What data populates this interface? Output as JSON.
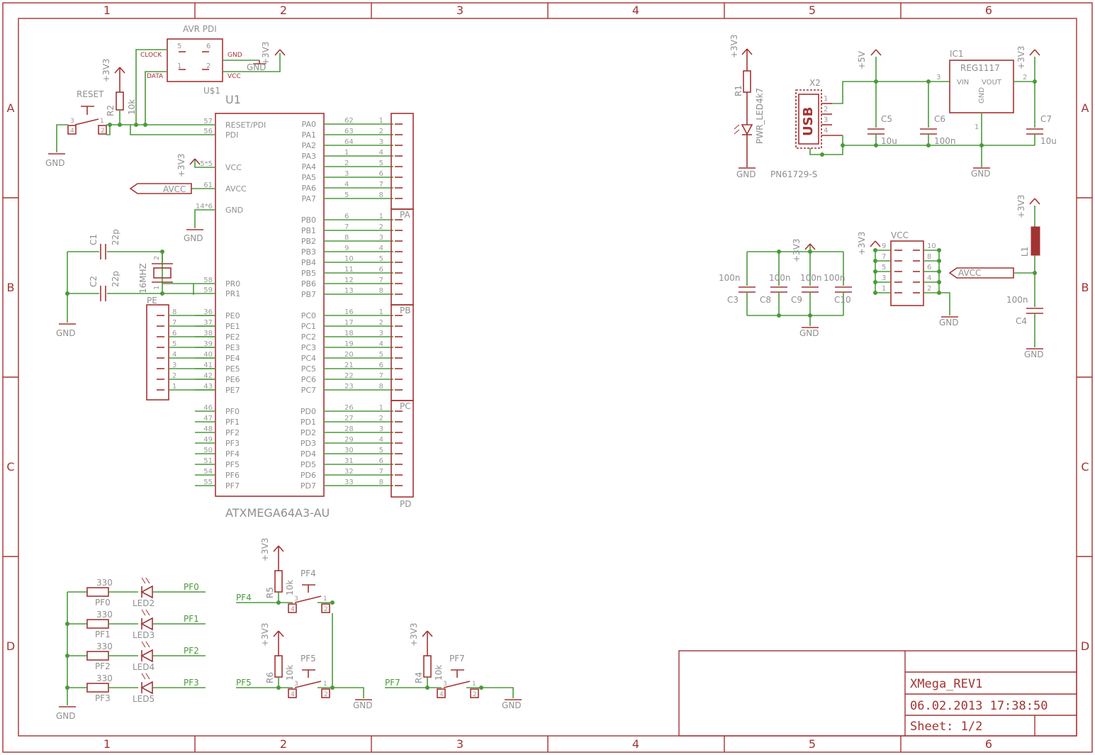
{
  "frame": {
    "columns": [
      "1",
      "2",
      "3",
      "4",
      "5",
      "6"
    ],
    "rows": [
      "A",
      "B",
      "C",
      "D"
    ]
  },
  "title_block": {
    "name": "XMega_REV1",
    "datetime": "06.02.2013 17:38:50",
    "sheet": "Sheet: 1/2"
  },
  "mcu": {
    "ref": "U1",
    "value": "ATXMEGA64A3-AU",
    "left_pins": [
      {
        "num": "57",
        "name": "RESET/PDI"
      },
      {
        "num": "56",
        "name": "PDI"
      },
      {
        "num": "5*5",
        "name": "VCC"
      },
      {
        "num": "61",
        "name": "AVCC"
      },
      {
        "num": "14*6",
        "name": "GND"
      },
      {
        "num": "58",
        "name": "PR0"
      },
      {
        "num": "59",
        "name": "PR1"
      },
      {
        "num": "36",
        "name": "PE0"
      },
      {
        "num": "37",
        "name": "PE1"
      },
      {
        "num": "38",
        "name": "PE2"
      },
      {
        "num": "39",
        "name": "PE3"
      },
      {
        "num": "40",
        "name": "PE4"
      },
      {
        "num": "41",
        "name": "PE5"
      },
      {
        "num": "42",
        "name": "PE6"
      },
      {
        "num": "43",
        "name": "PE7"
      },
      {
        "num": "46",
        "name": "PF0"
      },
      {
        "num": "47",
        "name": "PF1"
      },
      {
        "num": "48",
        "name": "PF2"
      },
      {
        "num": "49",
        "name": "PF3"
      },
      {
        "num": "50",
        "name": "PF4"
      },
      {
        "num": "51",
        "name": "PF5"
      },
      {
        "num": "54",
        "name": "PF6"
      },
      {
        "num": "55",
        "name": "PF7"
      }
    ],
    "right_pins": [
      {
        "num": "62",
        "name": "PA0"
      },
      {
        "num": "63",
        "name": "PA1"
      },
      {
        "num": "64",
        "name": "PA2"
      },
      {
        "num": "1",
        "name": "PA3"
      },
      {
        "num": "2",
        "name": "PA4"
      },
      {
        "num": "3",
        "name": "PA5"
      },
      {
        "num": "4",
        "name": "PA6"
      },
      {
        "num": "5",
        "name": "PA7"
      },
      {
        "num": "6",
        "name": "PB0"
      },
      {
        "num": "7",
        "name": "PB1"
      },
      {
        "num": "8",
        "name": "PB2"
      },
      {
        "num": "9",
        "name": "PB3"
      },
      {
        "num": "10",
        "name": "PB4"
      },
      {
        "num": "11",
        "name": "PB5"
      },
      {
        "num": "12",
        "name": "PB6"
      },
      {
        "num": "13",
        "name": "PB7"
      },
      {
        "num": "16",
        "name": "PC0"
      },
      {
        "num": "17",
        "name": "PC1"
      },
      {
        "num": "18",
        "name": "PC2"
      },
      {
        "num": "19",
        "name": "PC3"
      },
      {
        "num": "20",
        "name": "PC4"
      },
      {
        "num": "21",
        "name": "PC5"
      },
      {
        "num": "22",
        "name": "PC6"
      },
      {
        "num": "23",
        "name": "PC7"
      },
      {
        "num": "26",
        "name": "PD0"
      },
      {
        "num": "27",
        "name": "PD1"
      },
      {
        "num": "28",
        "name": "PD2"
      },
      {
        "num": "29",
        "name": "PD3"
      },
      {
        "num": "30",
        "name": "PD4"
      },
      {
        "num": "31",
        "name": "PD5"
      },
      {
        "num": "32",
        "name": "PD6"
      },
      {
        "num": "33",
        "name": "PD7"
      }
    ]
  },
  "headers": {
    "port_names": [
      "PA",
      "PB",
      "PC",
      "PD"
    ],
    "header_pins": [
      "1",
      "2",
      "3",
      "4",
      "5",
      "6",
      "7",
      "8"
    ],
    "pe_name": "PE",
    "pe_pins": [
      "8",
      "7",
      "6",
      "5",
      "4",
      "3",
      "2",
      "1"
    ]
  },
  "pdi": {
    "name": "AVR PDI",
    "ref": "U$1",
    "labels": [
      "CLOCK",
      "DATA",
      "GND",
      "VCC"
    ],
    "pins": [
      "5",
      "6",
      "1",
      "2"
    ],
    "gnd": "GND",
    "supply": "+3V3"
  },
  "reset": {
    "name": "RESET",
    "r_ref": "R2",
    "r_val": "10k",
    "supply": "+3V3",
    "gnd": "GND",
    "sw_pins": [
      "3",
      "1",
      "4",
      "2"
    ]
  },
  "vcc_sym": {
    "supply": "+3V3"
  },
  "avcc_net": "AVCC",
  "mcu_gnd": "GND",
  "crystal": {
    "c1": "C1",
    "c1v": "22p",
    "c2": "C2",
    "c2v": "22p",
    "q": "16MHZ",
    "pins": [
      "2",
      "1"
    ],
    "gnd": "GND"
  },
  "leds": [
    {
      "r_val": "330",
      "r_name": "PF0",
      "led": "LED2",
      "net": "PF0"
    },
    {
      "r_val": "330",
      "r_name": "PF1",
      "led": "LED3",
      "net": "PF1"
    },
    {
      "r_val": "330",
      "r_name": "PF2",
      "led": "LED4",
      "net": "PF2"
    },
    {
      "r_val": "330",
      "r_name": "PF3",
      "led": "LED5",
      "net": "PF3"
    }
  ],
  "leds_gnd": "GND",
  "buttons": [
    {
      "sw": "PF4",
      "r_ref": "R5",
      "r_val": "10k",
      "net": "PF4",
      "supply": "+3V3"
    },
    {
      "sw": "PF5",
      "r_ref": "R6",
      "r_val": "10k",
      "net": "PF5",
      "supply": "+3V3"
    },
    {
      "sw": "PF7",
      "r_ref": "R4",
      "r_val": "10k",
      "net": "PF7",
      "supply": "+3V3"
    }
  ],
  "buttons_gnd": "GND",
  "sw_pins": [
    "3",
    "1",
    "4",
    "2"
  ],
  "pwr_led": {
    "supply": "+3V3",
    "r": "R1",
    "rv": "PWR_LED4k7",
    "gnd": "GND"
  },
  "usb": {
    "ref": "X2",
    "value": "PN61729-S",
    "text": "USB",
    "pins": [
      "1",
      "2",
      "3",
      "4"
    ]
  },
  "regulator": {
    "ref": "IC1",
    "value": "REG1117",
    "vin": "VIN",
    "vout": "VOUT",
    "gndp": "GND",
    "pin_in": "3",
    "pin_out": "2",
    "pin_gnd": "1",
    "in_supply": "+5V",
    "out_supply": "+3V3",
    "gnd": "GND",
    "c5": "C5",
    "c5v": "10u",
    "c6": "C6",
    "c6v": "100n",
    "c7": "C7",
    "c7v": "10u"
  },
  "decoupling": {
    "supply": "+3V3",
    "gnd": "GND",
    "caps": [
      {
        "name": "C3",
        "val": "100n"
      },
      {
        "name": "C8",
        "val": "100n"
      },
      {
        "name": "C9",
        "val": "100n"
      },
      {
        "name": "C10",
        "val": "100n"
      }
    ]
  },
  "vcc_header": {
    "name": "VCC",
    "supply": "+3V3",
    "gnd": "GND",
    "left_pins": [
      "9",
      "7",
      "5",
      "3",
      "1"
    ],
    "right_pins": [
      "10",
      "8",
      "6",
      "4",
      "2"
    ],
    "net": "AVCC"
  },
  "avcc_filter": {
    "supply": "+3V3",
    "l": "L1",
    "c": "C4",
    "cv": "100n",
    "gnd": "GND"
  }
}
